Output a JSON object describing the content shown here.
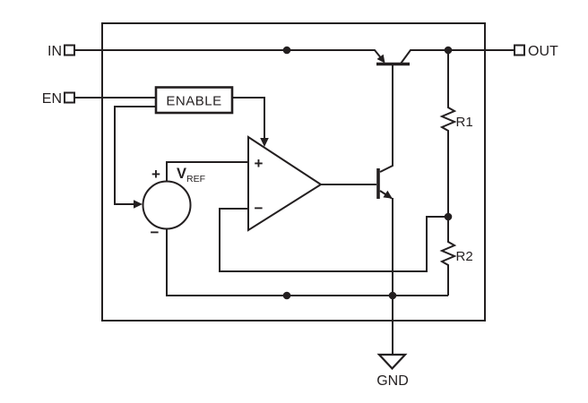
{
  "diagram_type": "ldo-regulator-functional-block-diagram",
  "colors": {
    "line": "#231f20",
    "background": "#ffffff"
  },
  "pins": {
    "in": {
      "label": "IN"
    },
    "en": {
      "label": "EN"
    },
    "out": {
      "label": "OUT"
    },
    "gnd": {
      "label": "GND"
    }
  },
  "blocks": {
    "enable": {
      "label": "ENABLE"
    }
  },
  "reference_source": {
    "name": "V",
    "subscript": "REF",
    "positive_terminal": "+",
    "negative_terminal": "−"
  },
  "error_amplifier": {
    "noninverting_input": "+",
    "inverting_input": "−"
  },
  "resistors": {
    "r1": {
      "label": "R1"
    },
    "r2": {
      "label": "R2"
    }
  }
}
